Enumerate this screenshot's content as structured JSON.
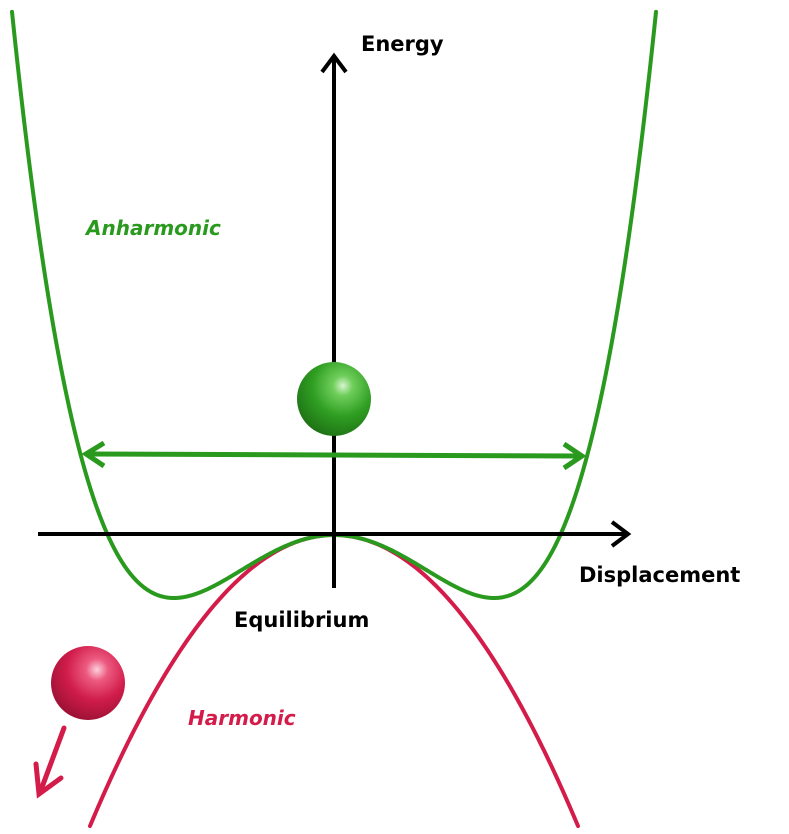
{
  "labels": {
    "energy": "Energy",
    "displacement": "Displacement",
    "equilibrium": "Equilibrium",
    "anharmonic": "Anharmonic",
    "harmonic": "Harmonic"
  },
  "colors": {
    "anharmonic": "#2a9a1f",
    "harmonic": "#d41c4a",
    "axes": "#000000"
  },
  "icons": {
    "green_ball": "green-sphere-icon",
    "red_ball": "red-sphere-icon",
    "oscillation": "double-headed-arrow-icon",
    "falling": "down-left-arrow-icon"
  }
}
